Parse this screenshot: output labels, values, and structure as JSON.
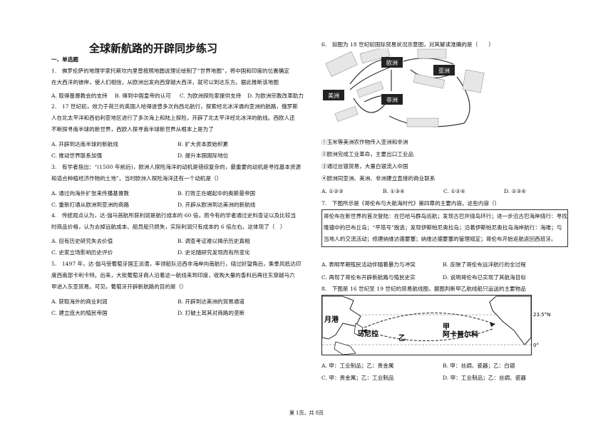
{
  "title": "全球新航路的开辟同步练习",
  "section": "一、单选题",
  "q1": {
    "lines": [
      "1.　佛罗伦萨的地理学家托斯坎内里曾按照地圆说理论绘制了“世界地图”，将中国和印度的位置确定",
      "在大西洋的彼岸，使人们相信，从欧洲出发向西穿越大西洋，就可以到达东方。据此推断该地图"
    ],
    "options": [
      "A. 取得基督教会的支持",
      "B. 得到中国皇帝的认可",
      "C. 为欧洲探险家提供支持",
      "D. 为欧洲宗教改革助力"
    ]
  },
  "q2": {
    "lines": [
      "2.　17 世纪初，效力于荷兰的英国人哈得逊曾多次向西北航行，探索经北冰洋通向亚洲的航路，俄罗斯",
      "人在北太平洋和西伯利亚地区进行了多次海上和陆上探险，开辟了北太平洋经北冰洋的航线。西欧人还",
      "不断探寻南半球的新世界，西欧人探寻南半球新世界从根本上是为了"
    ],
    "options": [
      "A. 开辟到达南半球的新航线",
      "B. 扩大资本原始积累",
      "C. 推动世界联系加强",
      "D. 提升本国国际地位"
    ]
  },
  "q3": {
    "lines": [
      "3.　有学者指出：“(1500 年前后)，欧洲人探险海洋的动机是错综复杂的，最重要的动机是寻找基本资源",
      "和适合种植经济作物的土地”。当时欧洲人探险海洋还有一个动机是（）"
    ],
    "options": [
      "A. 通过向海外扩张来传播基督教",
      "B. 打败正在崛起中的奥斯曼帝国",
      "C. 重新打通从欧洲到亚洲的商路",
      "D. 开辟从欧洲到达美洲的新航线"
    ]
  },
  "q4": {
    "lines": [
      "4.　传统观点认为，达·伽马首航所获利润是航行成本的 60 倍，而今有的学者通过史料查证以及比较当",
      "时商品价格，认为去掉远航成本、船员船只损失，实际利润只有成本的 6 倍左右。这体现了（　）"
    ],
    "options": [
      "A. 旧有历史研究失去价值",
      "B. 调查考证难以揭示历史真相",
      "C. 史家立场影响历史评价",
      "D. 史论随研究发现而有所变化"
    ]
  },
  "q5": {
    "lines": [
      "5.　1497 年，达·伽马受葡萄牙国王派遣，率领船队沿西非海岸向南航行，绕过好望角后，乘季风抵达印",
      "度西南部卡利卡特。后来，大批葡萄牙商人沿着这一航线来到印度，收购大量的香料后再往东穿越马六",
      "甲进入东亚贸易。可见，葡萄牙开辟新航路的目的是（）"
    ],
    "options": [
      "A. 获取海外的商业利润",
      "B. 开辟到达美洲的贸易通道",
      "C. 建立庞大的殖民帝国",
      "D. 打破土耳其对商路的垄断"
    ]
  },
  "q6": {
    "stem": "6.　如图为 18 世纪初国际贸易状况示意图，对其解读准确的是（　　）",
    "map_labels": {
      "europe": "欧洲",
      "america": "美洲",
      "asia": "亚洲",
      "africa": "非洲"
    },
    "statements": [
      "①玉米等美洲农作物传入亚洲和非洲",
      "②欧洲完成工业革命，主要出口工业品",
      "③通过丝银贸易，大量白银流入中国",
      "④欧洲同亚洲、美洲、非洲建立直接的商业联系"
    ],
    "options": [
      "A. ①②③",
      "B. ①③④",
      "C. ①②④",
      "D. ②③④"
    ]
  },
  "q7": {
    "stem": "7.　下图所示是《哥伦布与大航海时代》第四章的主要内容。这些内容（）",
    "box_lines": [
      "哥伦布在新世界的首次登陆：在巴哈马群岛巡航；发现古巴并绕岛环行；进一步沿古巴海岸绕行：寻找",
      "隆德中的巴布丘岛；“平塔号”脱逃；发现伊斯帕尼奥拉岛；沿着伊斯帕尼奥拉岛海岸航行：海难；与",
      "当地人的交流活动；修建纳维达德要塞；纳维达德要塞的管理规定；哥伦布开始返航返回西班牙。"
    ],
    "options": [
      "A. 表明早期殖民活动伴随着暴力与冲突",
      "B. 反映了哥伦布远洋航行的全过程",
      "C. 再现了哥伦布开辟新航路与殖民史实",
      "D. 说明哥伦布已实现了其航海目标"
    ]
  },
  "q8": {
    "stem": "8.　下图是 16 世纪至 19 世纪的贸易航线图，据图判断甲乙航线船只运送的主要物品",
    "map_labels": {
      "yuegang": "月港",
      "manila": "马尼拉",
      "acapulco": "阿卡普尔科",
      "jia": "甲",
      "yi": "乙",
      "lat1": "23.5°N",
      "lat0": "0°"
    },
    "options": [
      "A. 甲：工业制品；乙：贵金属",
      "B. 甲：丝绸、瓷器；乙：白银",
      "C. 甲：贵金属；乙：工业制品",
      "D. 甲：工业制品；乙：丝绸、瓷器"
    ]
  },
  "footer": "第 1页，共 8页"
}
